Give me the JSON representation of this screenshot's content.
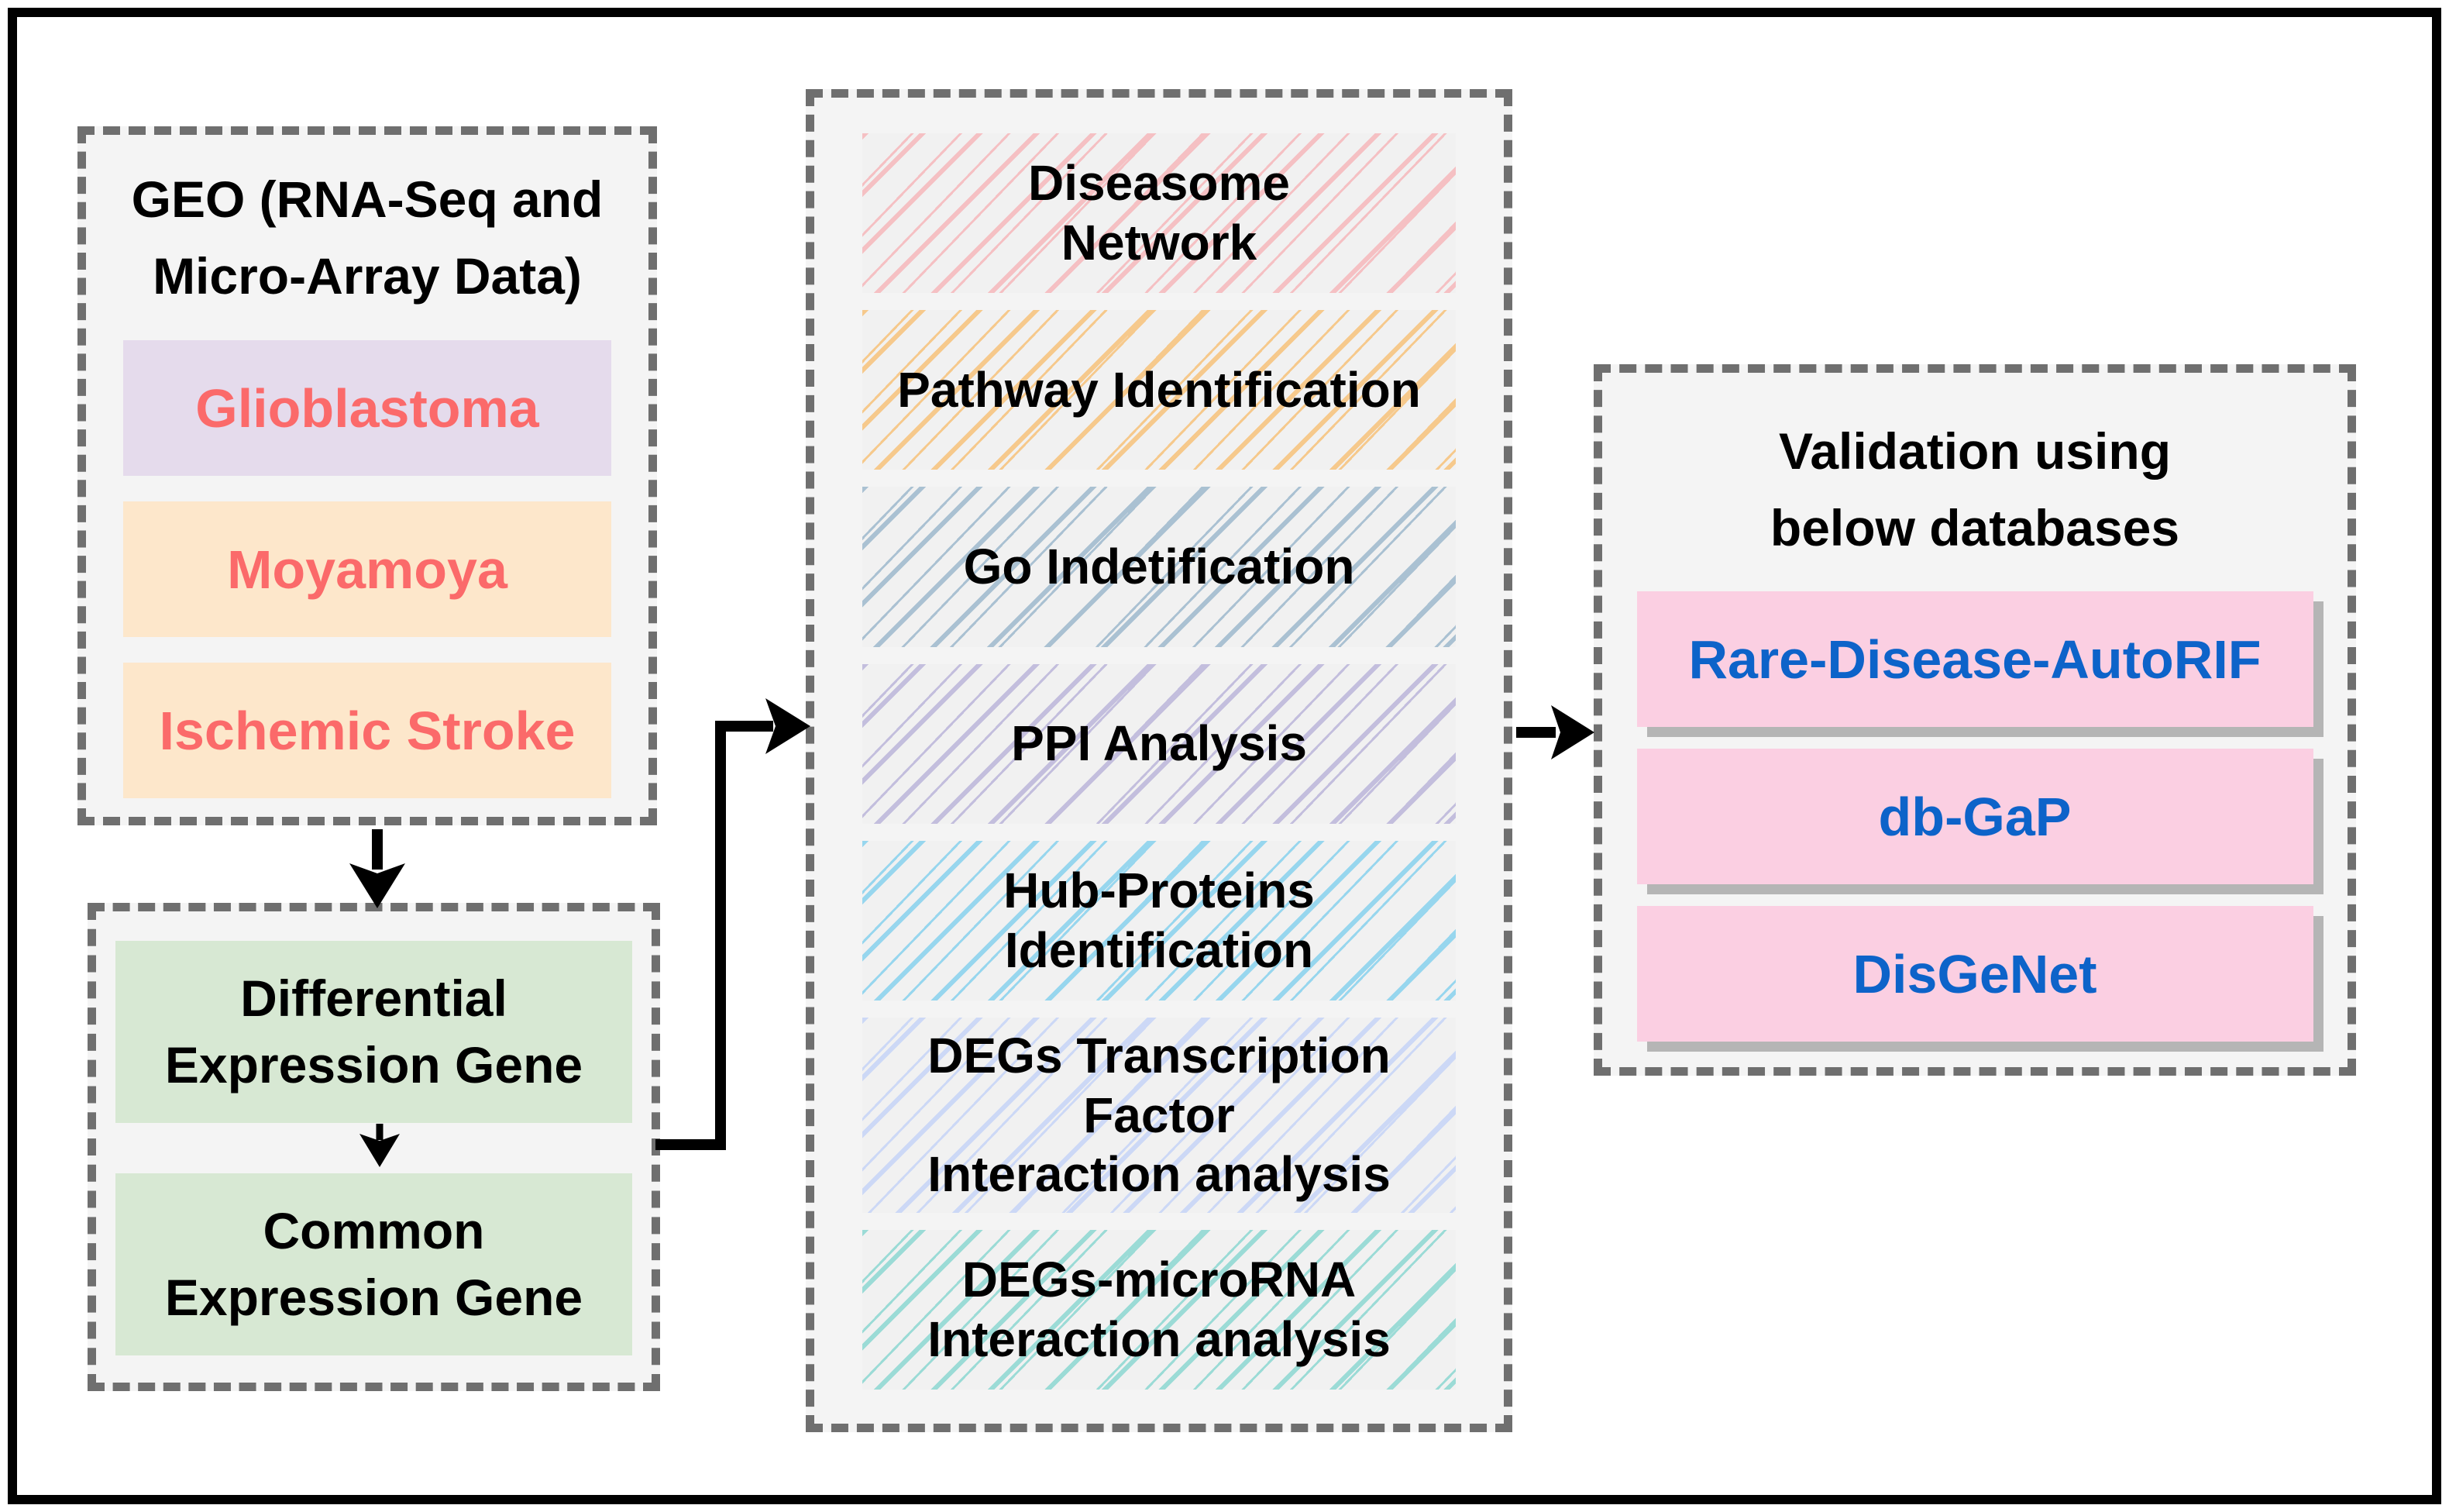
{
  "panels": {
    "geo": {
      "title": "GEO (RNA-Seq and\nMicro-Array Data)",
      "items": [
        {
          "label": "Glioblastoma",
          "bg": "#e5dbec"
        },
        {
          "label": "Moyamoya",
          "bg": "#fde7cb"
        },
        {
          "label": "Ischemic Stroke",
          "bg": "#fde7cb"
        }
      ]
    },
    "deg": {
      "items": [
        {
          "label": "Differential\nExpression Gene",
          "bg": "#d7e8d3"
        },
        {
          "label": "Common\nExpression Gene",
          "bg": "#d7e8d3"
        }
      ]
    },
    "analysis": {
      "items": [
        {
          "label": "Diseasome\nNetwork",
          "hatch_color": "#f5c0c3"
        },
        {
          "label": "Pathway Identification",
          "hatch_color": "#f6c98c"
        },
        {
          "label": "Go Indetification",
          "hatch_color": "#aac1d2"
        },
        {
          "label": "PPI Analysis",
          "hatch_color": "#c3bedd"
        },
        {
          "label": "Hub-Proteins\nIdentification",
          "hatch_color": "#97d6ee"
        },
        {
          "label": "DEGs Transcription\nFactor\nInteraction analysis",
          "hatch_color": "#ccd8f6"
        },
        {
          "label": "DEGs-microRNA\nInteraction analysis",
          "hatch_color": "#9bdbd6"
        }
      ]
    },
    "validation": {
      "title": "Validation using\nbelow databases",
      "items": [
        {
          "label": "Rare-Disease-AutoRIF"
        },
        {
          "label": "db-GaP"
        },
        {
          "label": "DisGeNet"
        }
      ]
    }
  },
  "colors": {
    "disease_text": "#fb6a6a",
    "validation_text": "#0d63c9",
    "validation_item_bg": "#fbcfe2",
    "panel_bg": "#f4f4f4",
    "dash_border": "#6f6f6f",
    "arrow": "#000000",
    "shadow": "#b5b5b5"
  }
}
